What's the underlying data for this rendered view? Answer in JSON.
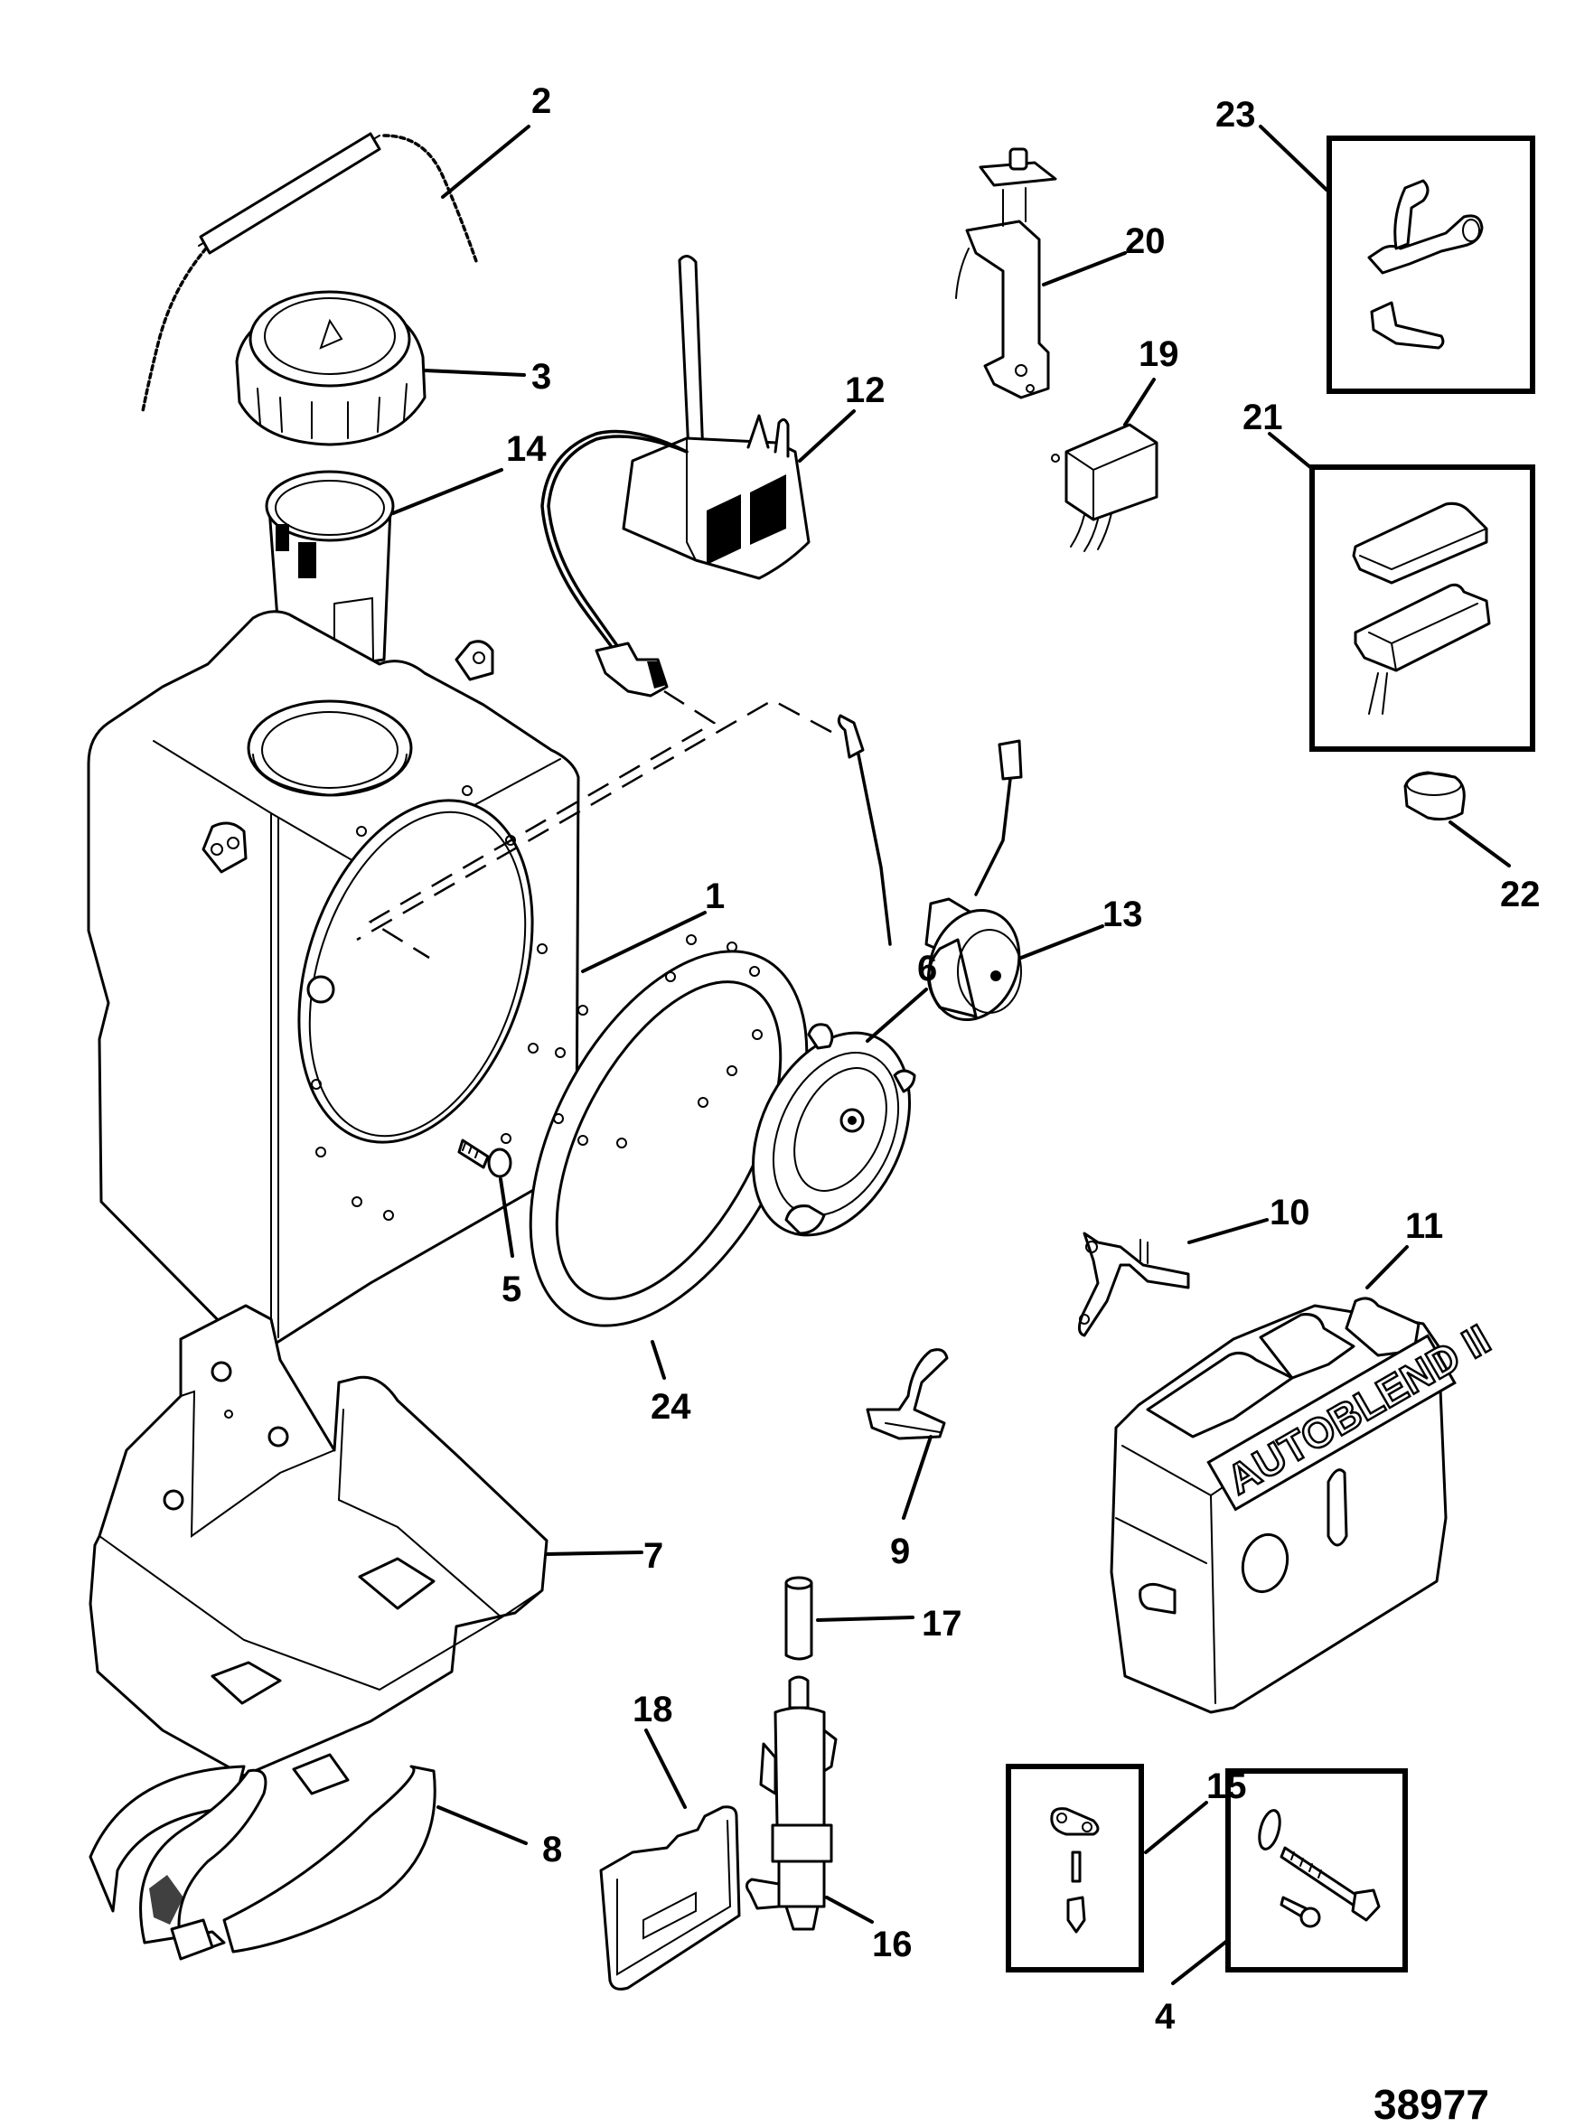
{
  "figure": {
    "type": "exploded-parts-diagram",
    "figure_number": "38977",
    "brand_label": "AUTOBLEND II"
  },
  "callouts": [
    {
      "id": "1",
      "part": "oil-tank"
    },
    {
      "id": "2",
      "part": "cap-retainer-cord"
    },
    {
      "id": "3",
      "part": "filler-cap"
    },
    {
      "id": "4",
      "part": "hardware-kit-box"
    },
    {
      "id": "5",
      "part": "screw"
    },
    {
      "id": "6",
      "part": "diaphragm"
    },
    {
      "id": "7",
      "part": "mounting-tray"
    },
    {
      "id": "8",
      "part": "hold-down-strap"
    },
    {
      "id": "9",
      "part": "clip"
    },
    {
      "id": "10",
      "part": "bracket"
    },
    {
      "id": "11",
      "part": "cover"
    },
    {
      "id": "12",
      "part": "sensor-module"
    },
    {
      "id": "13",
      "part": "warning-horn-sensor"
    },
    {
      "id": "14",
      "part": "filler-strainer"
    },
    {
      "id": "15",
      "part": "fitting-kit-box"
    },
    {
      "id": "16",
      "part": "pickup-fitting"
    },
    {
      "id": "17",
      "part": "hose-sleeve"
    },
    {
      "id": "18",
      "part": "retainer-plate"
    },
    {
      "id": "19",
      "part": "relay"
    },
    {
      "id": "20",
      "part": "switch-bracket-assembly"
    },
    {
      "id": "21",
      "part": "switch-boot-kit-box"
    },
    {
      "id": "22",
      "part": "plug"
    },
    {
      "id": "23",
      "part": "bracket-kit-box"
    },
    {
      "id": "24",
      "part": "gasket"
    }
  ]
}
